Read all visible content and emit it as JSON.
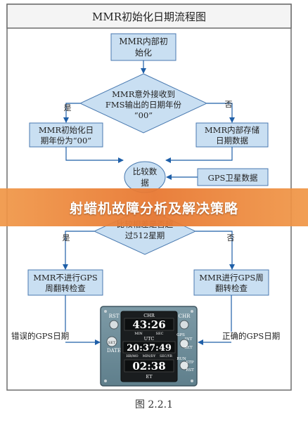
{
  "diagram": {
    "title": "MMR初始化日期流程图",
    "nodes": {
      "start_l1": "MMR内部初",
      "start_l2": "始化",
      "dec1_l1": "MMR意外接收到",
      "dec1_l2": "FMS输出的日期年份",
      "dec1_l3": "“00”",
      "left1_l1": "MMR初始化日",
      "left1_l2": "期年份为“00”",
      "right1_l1": "MMR内部存储",
      "right1_l2": "日期数据",
      "compare_l1": "比较数",
      "compare_l2": "据",
      "gps_data": "GPS卫星数据",
      "dec2_l1": "比较相差是否超",
      "dec2_l2": "过512星期",
      "left2_l1": "MMR不进行GPS",
      "left2_l2": "周翻转检查",
      "right2_l1": "MMR进行GPS周",
      "right2_l2": "翻转检查",
      "wrong_gps": "错误的GPS日期",
      "right_gps": "正确的GPS日期"
    },
    "branch_labels": {
      "dec1_yes": "是",
      "dec1_no": "否",
      "dec2_yes": "是",
      "dec2_no": "否"
    },
    "device": {
      "rst": "RST",
      "chr": "CHR",
      "set_left": "SET",
      "date": "DATE",
      "display1": "43:26",
      "chr_label": "CHR",
      "min": "MIN",
      "sec": "SEC",
      "utc": "UTC",
      "display2": "20:37:49",
      "hrmo": "HR/MO",
      "mindy": "MIN/DY",
      "secyr": "SEC/YR",
      "display3": "02:38",
      "et": "ET",
      "gps": "GPS",
      "int": "INT",
      "set_right": "SET",
      "run": "RUN",
      "stp": "STP",
      "rst2": "RST"
    },
    "accent_color": "#1f5fa8",
    "box_border": "#4a7ab0",
    "arrow_color": "#1f5fa8"
  },
  "banner": {
    "text": "射蜡机故障分析及解决策略"
  },
  "caption": "图 2.2.1"
}
